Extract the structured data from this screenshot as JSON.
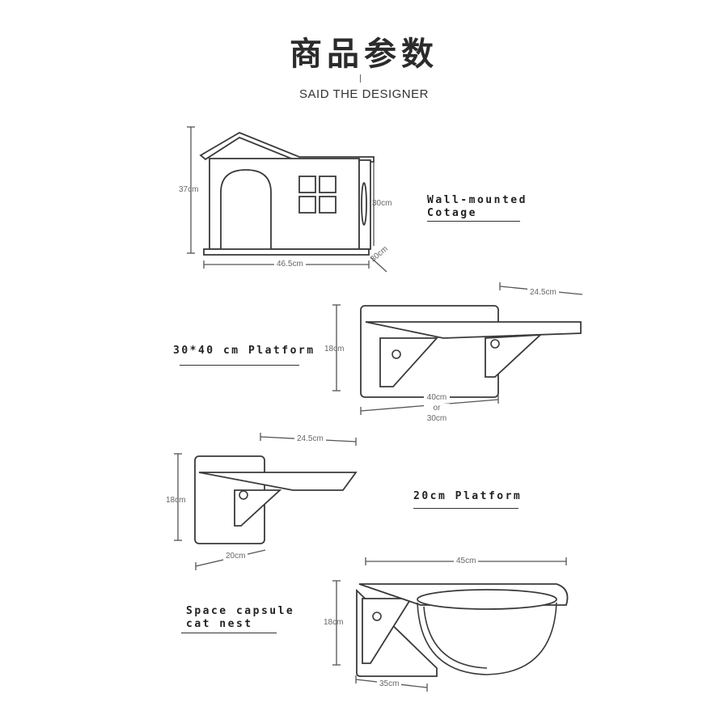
{
  "header": {
    "title": "商品参数",
    "subtitle": "SAID THE DESIGNER"
  },
  "products": {
    "cottage": {
      "label_line1": "Wall-mounted",
      "label_line2": "Cotage",
      "height": "37cm",
      "inner_height": "30cm",
      "width": "46.5cm",
      "depth": "30cm"
    },
    "platform_30x40": {
      "label": "30*40 cm Platform",
      "depth": "24.5cm",
      "height": "18cm",
      "width_line1": "40cm",
      "width_line2": "or",
      "width_line3": "30cm"
    },
    "platform_20": {
      "label": "20cm Platform",
      "depth": "24.5cm",
      "height": "18cm",
      "width": "20cm"
    },
    "capsule": {
      "label_line1": "Space capsule",
      "label_line2": "cat nest",
      "width": "45cm",
      "height": "18cm",
      "base": "35cm"
    }
  }
}
